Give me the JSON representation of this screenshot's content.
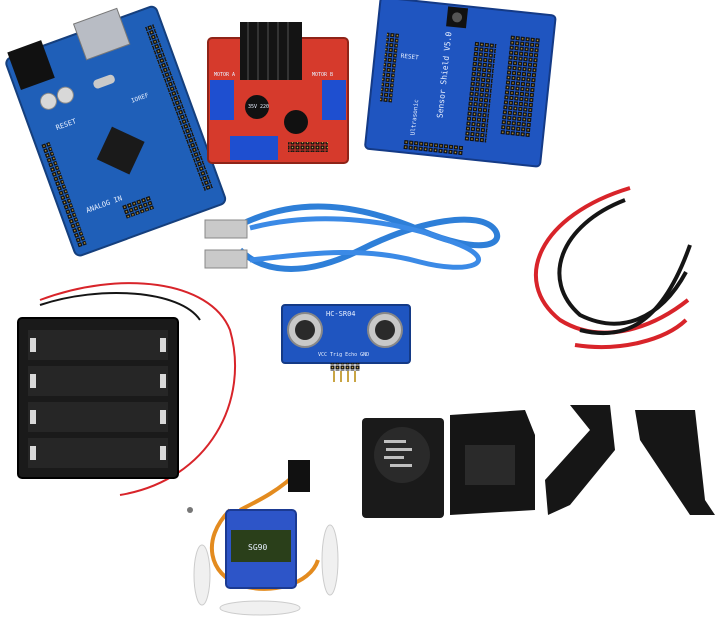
{
  "scene": {
    "description_colors": {
      "background": "#ffffff",
      "pcb_blue": "#1f5fb8",
      "pcb_red": "#d63a2c",
      "cable_blue": "#2e7fd8",
      "wire_red": "#d8242a",
      "wire_black": "#151515",
      "plastic_black": "#1a1a1a",
      "servo_blue": "#2d55c8"
    }
  },
  "components": {
    "arduino": {
      "silk_reset": "RESET",
      "silk_ioref": "IOREF",
      "silk_analog": "ANALOG IN"
    },
    "motor_driver": {
      "cap_label": "35V 220",
      "silk_motor_a": "MOTOR A",
      "silk_motor_b": "MOTOR B"
    },
    "sensor_shield": {
      "silk_title": "Sensor Shield V5.0",
      "silk_reset": "RESET",
      "silk_ultrasonic": "Ultrasonic"
    },
    "ultrasonic": {
      "label": "HC-SR04",
      "pins": "VCC Trig Echo GND"
    },
    "servo": {
      "label": "SG90"
    }
  }
}
